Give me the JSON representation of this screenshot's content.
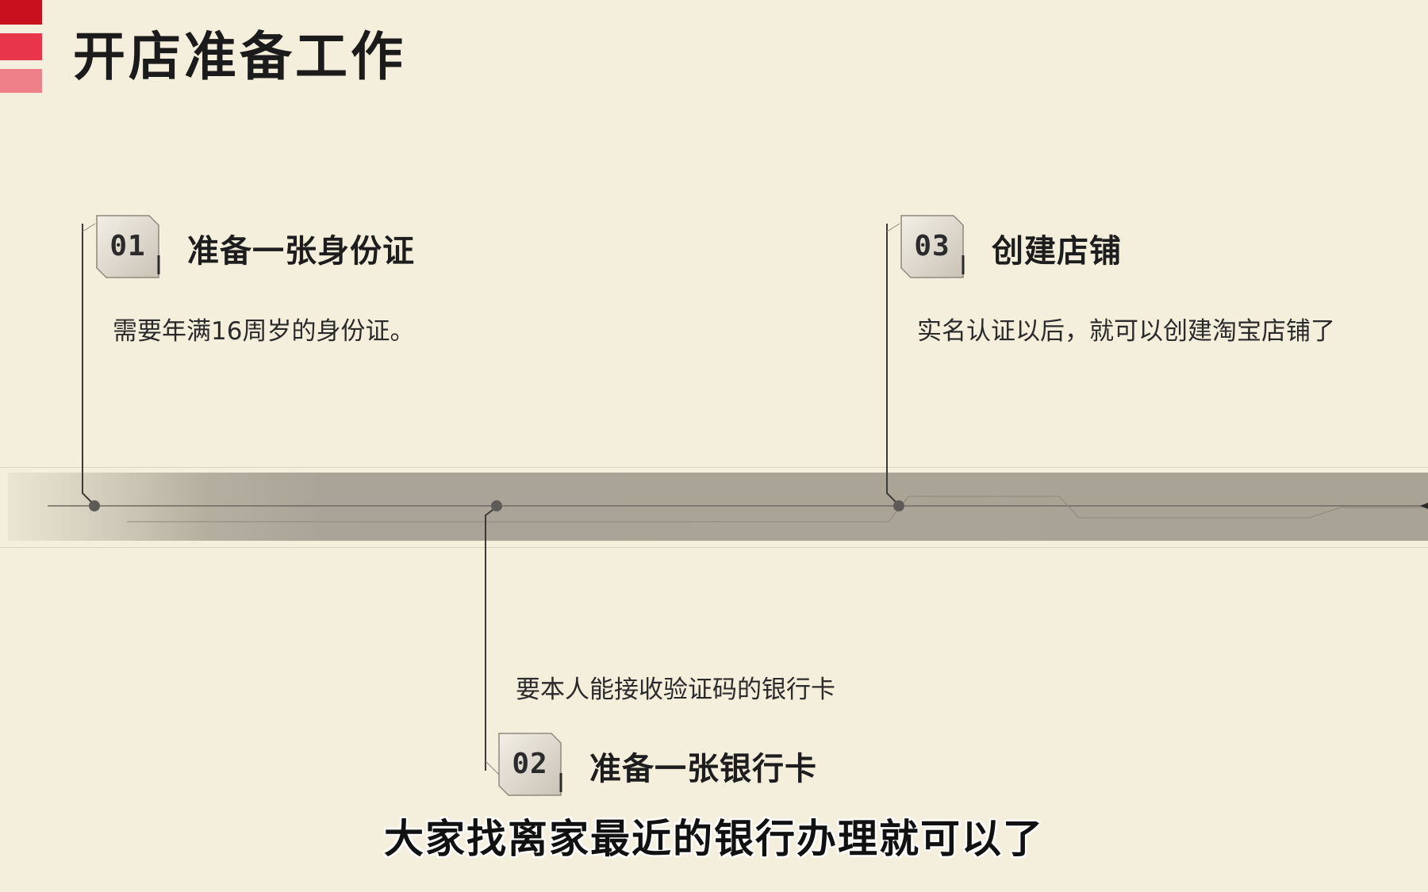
{
  "header": {
    "title": "开店准备工作"
  },
  "steps": [
    {
      "number": "01",
      "title": "准备一张身份证",
      "description": "需要年满16周岁的身份证。"
    },
    {
      "number": "02",
      "title": "准备一张银行卡",
      "description": "要本人能接收验证码的银行卡"
    },
    {
      "number": "03",
      "title": "创建店铺",
      "description": "实名认证以后，就可以创建淘宝店铺了"
    }
  ],
  "subtitle": {
    "text": "大家找离家最近的银行办理就可以了"
  },
  "colors": {
    "background": "#f4eedc",
    "accent_dark": "#c8101e",
    "accent_mid": "#e8354b",
    "accent_light": "#ef7f88",
    "band": "#a9a396"
  }
}
